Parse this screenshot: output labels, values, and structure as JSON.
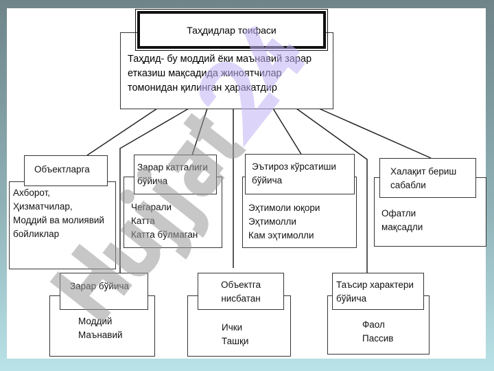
{
  "title": "Таҳдидлар тоифаси",
  "definition": [
    "Таҳдид- бу моддий ёки маънавий зарар",
    "етказиш мақсадида жиноятчилар",
    "томонидан қилинган ҳаракатдир"
  ],
  "categories": [
    {
      "header": [
        "Объектларга"
      ],
      "items": [
        "Ахборот,",
        "Ҳизматчилар,",
        "Моддий ва молиявий",
        "бойликлар"
      ]
    },
    {
      "header": [
        "Зарар катталиги",
        "бўйича"
      ],
      "items": [
        "Чегарали",
        "Катта",
        "Катта бўлмаган"
      ]
    },
    {
      "header": [
        "Эътироз кўрсатиши",
        "бўйича"
      ],
      "items": [
        "Эҳтимоли юқори",
        "Эҳтимолли",
        "Кам эҳтимолли"
      ]
    },
    {
      "header": [
        "Халақит бериш",
        "сабабли"
      ],
      "items": [
        "Офатли",
        "мақсадли"
      ]
    },
    {
      "header": [
        "Зарар бўйича"
      ],
      "items": [
        "Моддий",
        "Маънавий"
      ]
    },
    {
      "header": [
        "Объектга",
        "нисбатан"
      ],
      "items": [
        "Ички",
        "Ташқи"
      ]
    },
    {
      "header": [
        "Таъсир характери",
        "бўйича"
      ],
      "items": [
        "Фаол",
        "Пассив"
      ]
    }
  ],
  "watermark": "Hujjat24",
  "colors": {
    "watermark_gray": "#b8b8b8",
    "watermark_accent": "#d7ccf7"
  }
}
